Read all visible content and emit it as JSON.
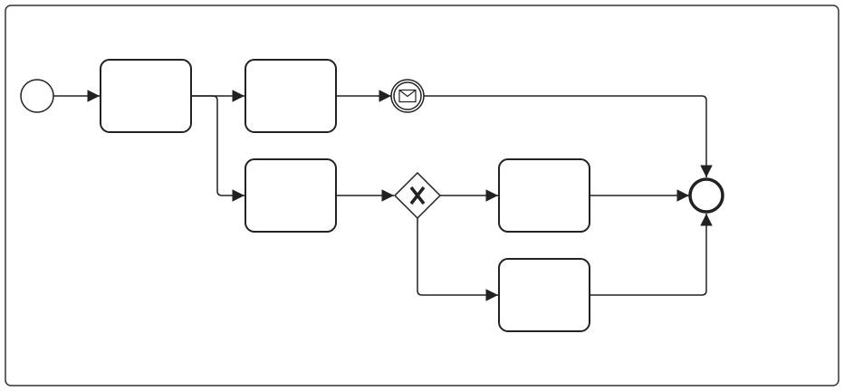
{
  "diagram": {
    "type": "bpmn-process",
    "colors": {
      "stroke": "#222222",
      "background": "#ffffff",
      "pool_border": "#333333"
    },
    "elements": [
      {
        "id": "start_event",
        "kind": "start-event",
        "label": ""
      },
      {
        "id": "task_1",
        "kind": "task",
        "label": ""
      },
      {
        "id": "task_2",
        "kind": "task",
        "label": ""
      },
      {
        "id": "task_3",
        "kind": "task",
        "label": ""
      },
      {
        "id": "message_event",
        "kind": "intermediate-message-event",
        "icon": "envelope-icon",
        "label": ""
      },
      {
        "id": "exclusive_gateway",
        "kind": "exclusive-gateway",
        "icon": "x-marker-icon",
        "label": ""
      },
      {
        "id": "task_4",
        "kind": "task",
        "label": ""
      },
      {
        "id": "task_5",
        "kind": "task",
        "label": ""
      },
      {
        "id": "end_event",
        "kind": "end-event",
        "label": ""
      }
    ],
    "flows": [
      {
        "from": "start_event",
        "to": "task_1"
      },
      {
        "from": "task_1",
        "to": "task_2"
      },
      {
        "from": "task_1",
        "to": "task_3"
      },
      {
        "from": "task_2",
        "to": "message_event"
      },
      {
        "from": "message_event",
        "to": "end_event"
      },
      {
        "from": "task_3",
        "to": "exclusive_gateway"
      },
      {
        "from": "exclusive_gateway",
        "to": "task_4"
      },
      {
        "from": "exclusive_gateway",
        "to": "task_5"
      },
      {
        "from": "task_4",
        "to": "end_event"
      },
      {
        "from": "task_5",
        "to": "end_event"
      }
    ]
  }
}
